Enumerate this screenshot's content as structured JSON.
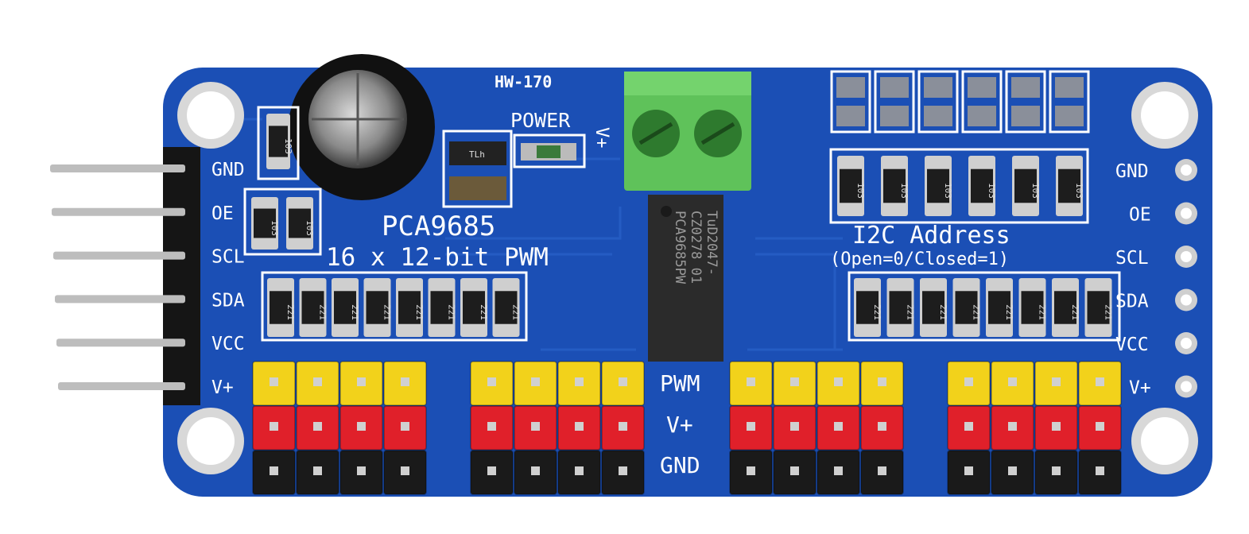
{
  "board": {
    "model": "HW-170",
    "chip_name": "PCA9685",
    "subtitle": "16 x 12-bit PWM",
    "power_label": "POWER",
    "terminal_label": "V+",
    "i2c_title": "I2C Address",
    "i2c_note": "(Open=0/Closed=1)",
    "left_pins": [
      "GND",
      "OE",
      "SCL",
      "SDA",
      "VCC",
      "V+"
    ],
    "right_pins": [
      "GND",
      "OE",
      "SCL",
      "SDA",
      "VCC",
      "V+"
    ],
    "header_rows": [
      "PWM",
      "V+",
      "GND"
    ],
    "chip_marking": [
      "PCA9685PW",
      "CZ0278  01",
      "TuD2047-"
    ],
    "resistor_code_pwm": "221",
    "resistor_code_pullup": "103",
    "led_code": "TLh"
  },
  "colors": {
    "pcb": "#1b4fb5",
    "header_pwm": "#f2d21b",
    "header_vplus": "#e0202a",
    "header_gnd": "#1a1a1a",
    "terminal": "#5fc25a"
  }
}
